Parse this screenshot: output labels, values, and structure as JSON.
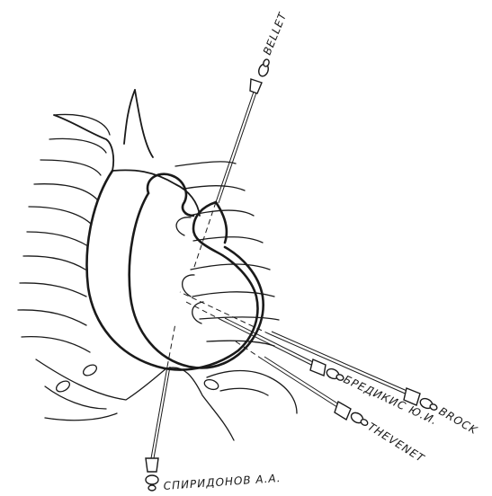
{
  "labels": {
    "bellet": "BELLET",
    "brock": "BROCK",
    "bredikis": "БРЕДИКИС Ю.И.",
    "thevenet": "THEVENET",
    "spiridonov": "СПИРИДОНОВ А.А."
  }
}
